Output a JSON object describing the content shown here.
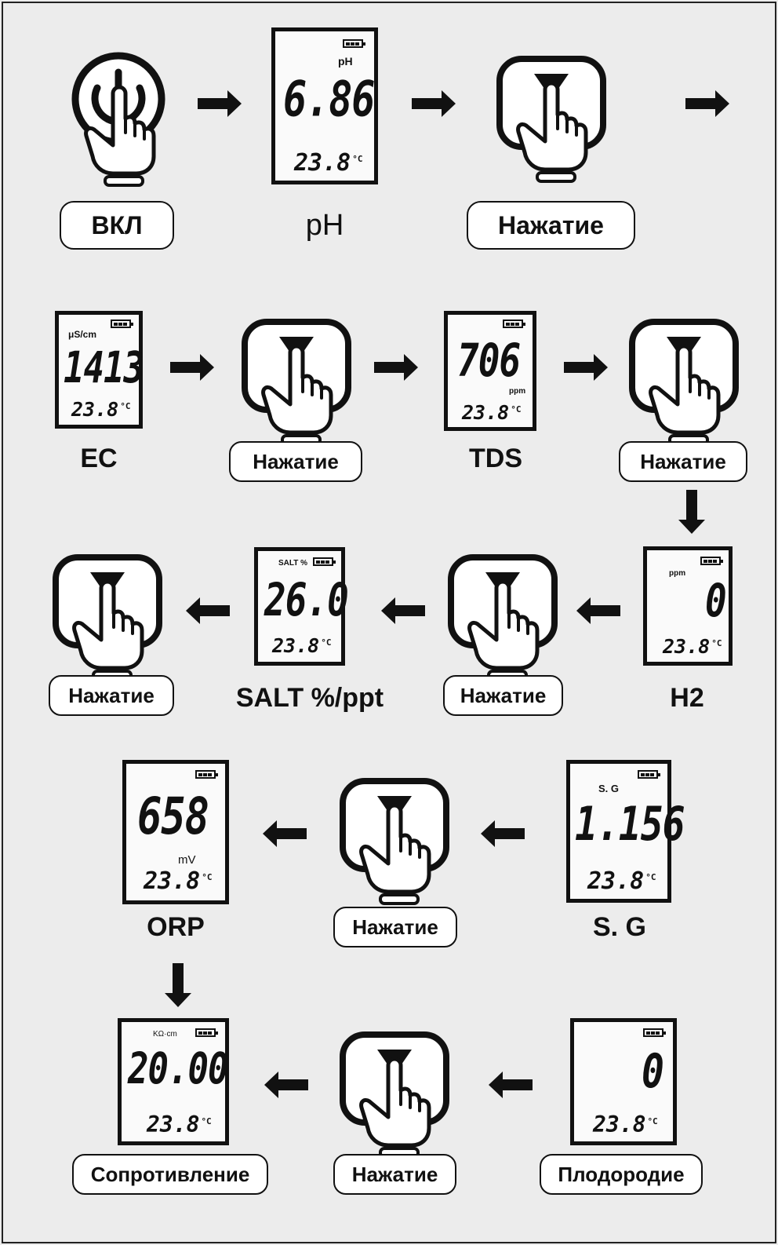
{
  "labels": {
    "on": "ВКЛ",
    "press": "Нажатие",
    "ph": "pH",
    "ec": "EC",
    "tds": "TDS",
    "h2": "H2",
    "salt": "SALT %/ppt",
    "sg": "S. G",
    "orp": "ORP",
    "resistance": "Сопротивление",
    "fertility": "Плодородие"
  },
  "displays": {
    "ph": {
      "unit": "pH",
      "value": "6.86",
      "temp": "23.8"
    },
    "ec": {
      "unit": "μS/cm",
      "value": "1413",
      "temp": "23.8"
    },
    "tds": {
      "unit": "ppm",
      "value": "706",
      "temp": "23.8"
    },
    "h2": {
      "unit": "ppm",
      "value": "0",
      "temp": "23.8"
    },
    "salt": {
      "unit": "SALT %",
      "value": "26.0",
      "temp": "23.8"
    },
    "sg": {
      "unit": "S. G",
      "value": "1.156",
      "temp": "23.8"
    },
    "orp": {
      "unit": "mV",
      "value": "658",
      "temp": "23.8"
    },
    "resistance": {
      "unit": "KΩ·cm",
      "value": "20.00",
      "temp": "23.8"
    },
    "fertility": {
      "value": "0",
      "temp": "23.8"
    }
  },
  "degree_unit": "°C",
  "icons": [
    "power-button-icon",
    "press-button-icon",
    "arrow-icon",
    "battery-icon"
  ]
}
